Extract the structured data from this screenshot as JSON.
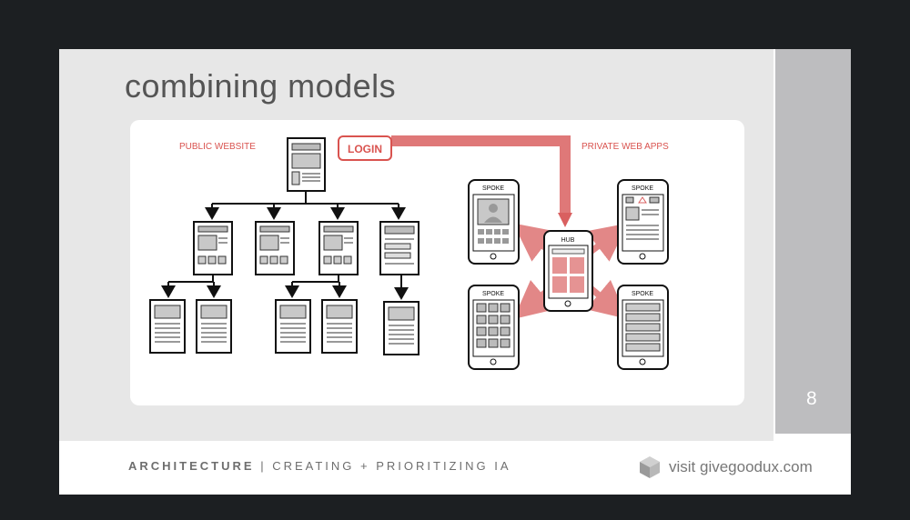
{
  "slide": {
    "title": "combining models",
    "page_number": "8",
    "footer": {
      "section": "ARCHITECTURE",
      "separator": "|",
      "subtitle": "CREATING + PRIORITIZING IA",
      "visit_text": "visit givegoodux.com"
    }
  },
  "diagram": {
    "public_label": "PUBLIC WEBSITE",
    "login_label": "LOGIN",
    "private_label": "PRIVATE WEB APPS",
    "spoke_label": "SPOKE",
    "hub_label": "HUB"
  },
  "colors": {
    "accent": "#d9534f",
    "background": "#1c1f22",
    "panel": "#e7e7e7",
    "side_bar": "#bdbdbf"
  }
}
